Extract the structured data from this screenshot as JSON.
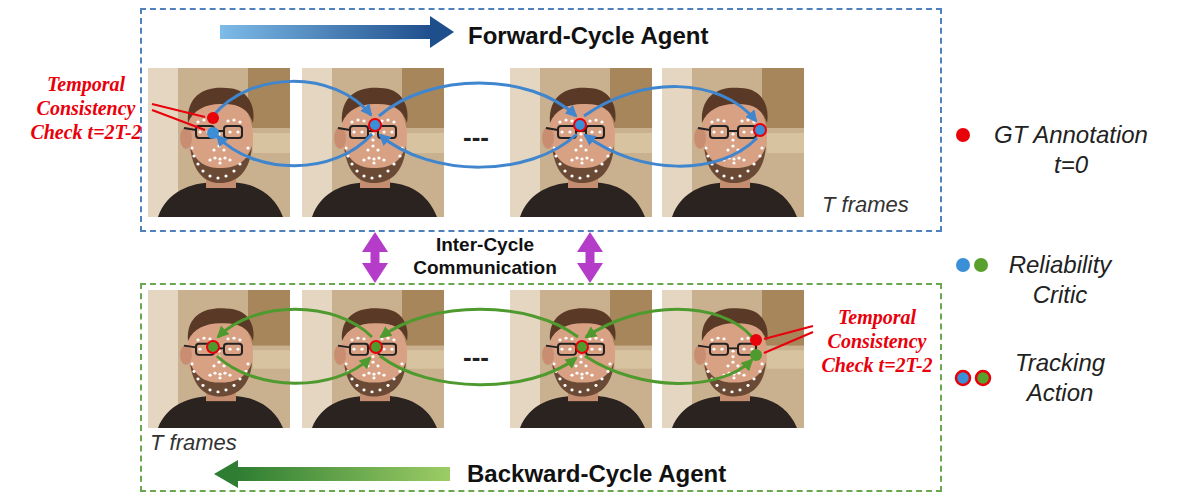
{
  "diagram": {
    "nodes": [
      {
        "text": [
          "Forward-Cycle Agent",
          "T frames"
        ]
      },
      {
        "text": [
          "T frames",
          "Backward-Cycle Agent"
        ]
      }
    ],
    "edges": [
      {
        "from": 0,
        "to": 1,
        "arrow": "both"
      },
      {
        "from": 0,
        "to": 1,
        "arrow": "both"
      }
    ],
    "labels": [
      "Temporal Consistency Check t=2T-2",
      "---",
      "Inter-Cycle Communication",
      "---",
      "Temporal Consistency Check t=2T-2"
    ],
    "legend": [
      {
        "text": "GT Annotation t=0",
        "color": "#e8000b"
      },
      {
        "text": "Reliability Critic"
      },
      {
        "text": "Tracking Action"
      }
    ]
  }
}
